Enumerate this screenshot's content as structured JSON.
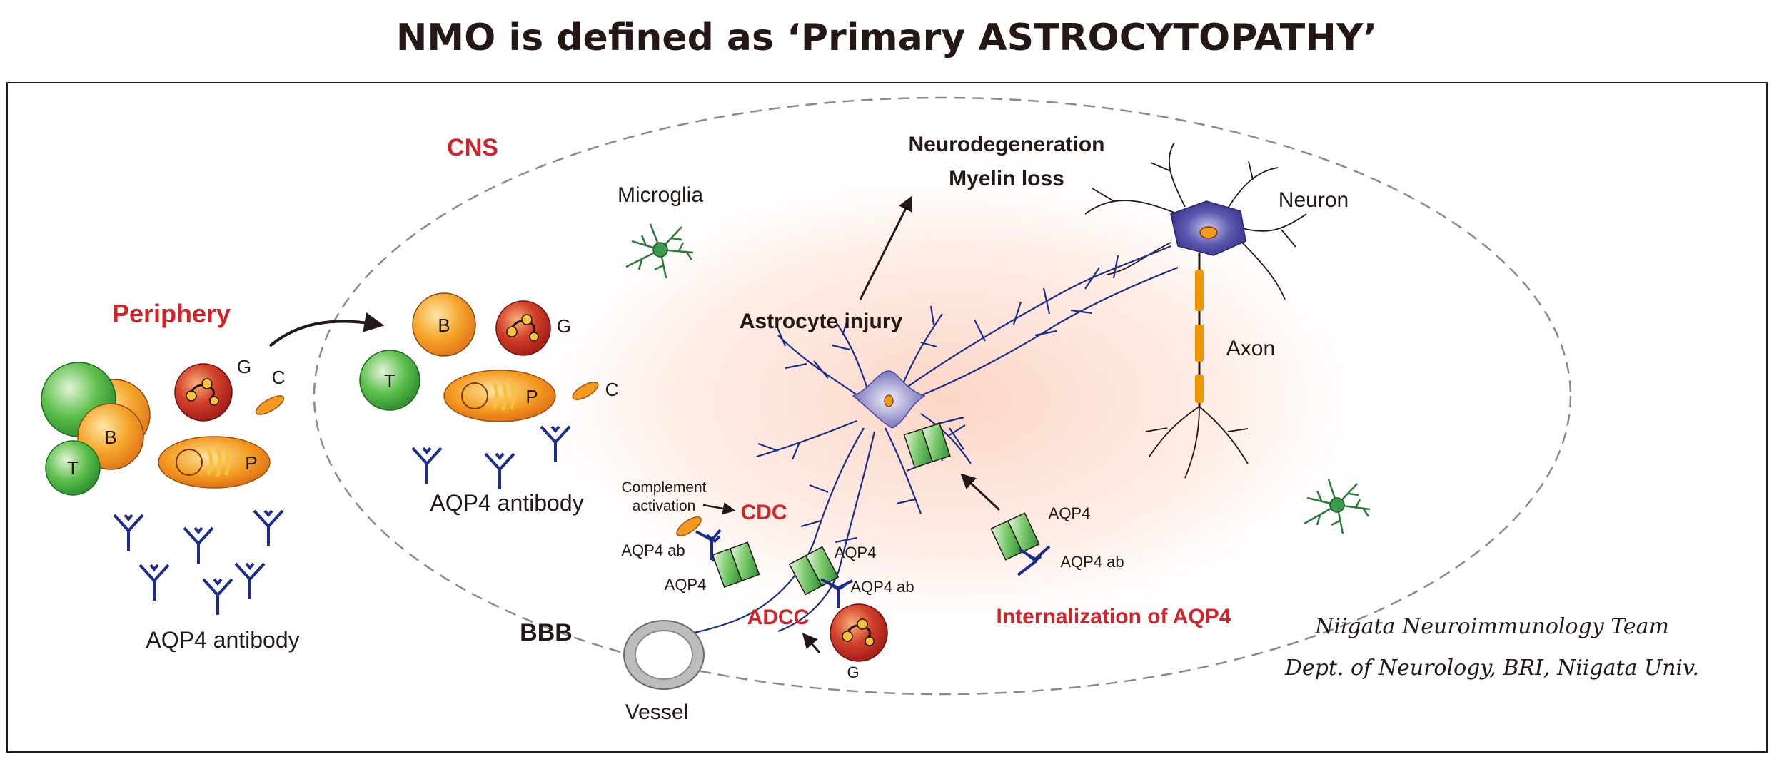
{
  "title": "NMO is defined as ‘Primary ASTROCYTOPATHY’",
  "labels": {
    "cns": "CNS",
    "periphery": "Periphery",
    "bbb": "BBB",
    "vessel": "Vessel",
    "microglia": "Microglia",
    "neuron": "Neuron",
    "axon": "Axon",
    "neurodegeneration": "Neurodegeneration",
    "myelin_loss": "Myelin loss",
    "astrocyte_injury": "Astrocyte injury",
    "complement_line1": "Complement",
    "complement_line2": "activation",
    "cdc": "CDC",
    "adcc": "ADCC",
    "internalization": "Internalization of AQP4",
    "aqp4": "AQP4",
    "aqp4_ab": "AQP4 ab",
    "aqp4_antibody": "AQP4 antibody",
    "cell_b": "B",
    "cell_t": "T",
    "cell_p": "P",
    "cell_g": "G",
    "cell_c": "C"
  },
  "signature": {
    "line1": "Niigata Neuroimmunology Team",
    "line2": "Dept. of Neurology, BRI, Niigata Univ."
  },
  "colors": {
    "red_label": "#d2232a",
    "dark_text": "#231815",
    "b_cell": "#f39a1e",
    "t_cell": "#3aaa35",
    "g_cell": "#c8281e",
    "antibody": "#1d2d8c",
    "astrocyte": "#9190c6",
    "neuron": "#4a46a0",
    "aqp4_channel": "#4db848",
    "axon_myelin": "#f29600"
  }
}
